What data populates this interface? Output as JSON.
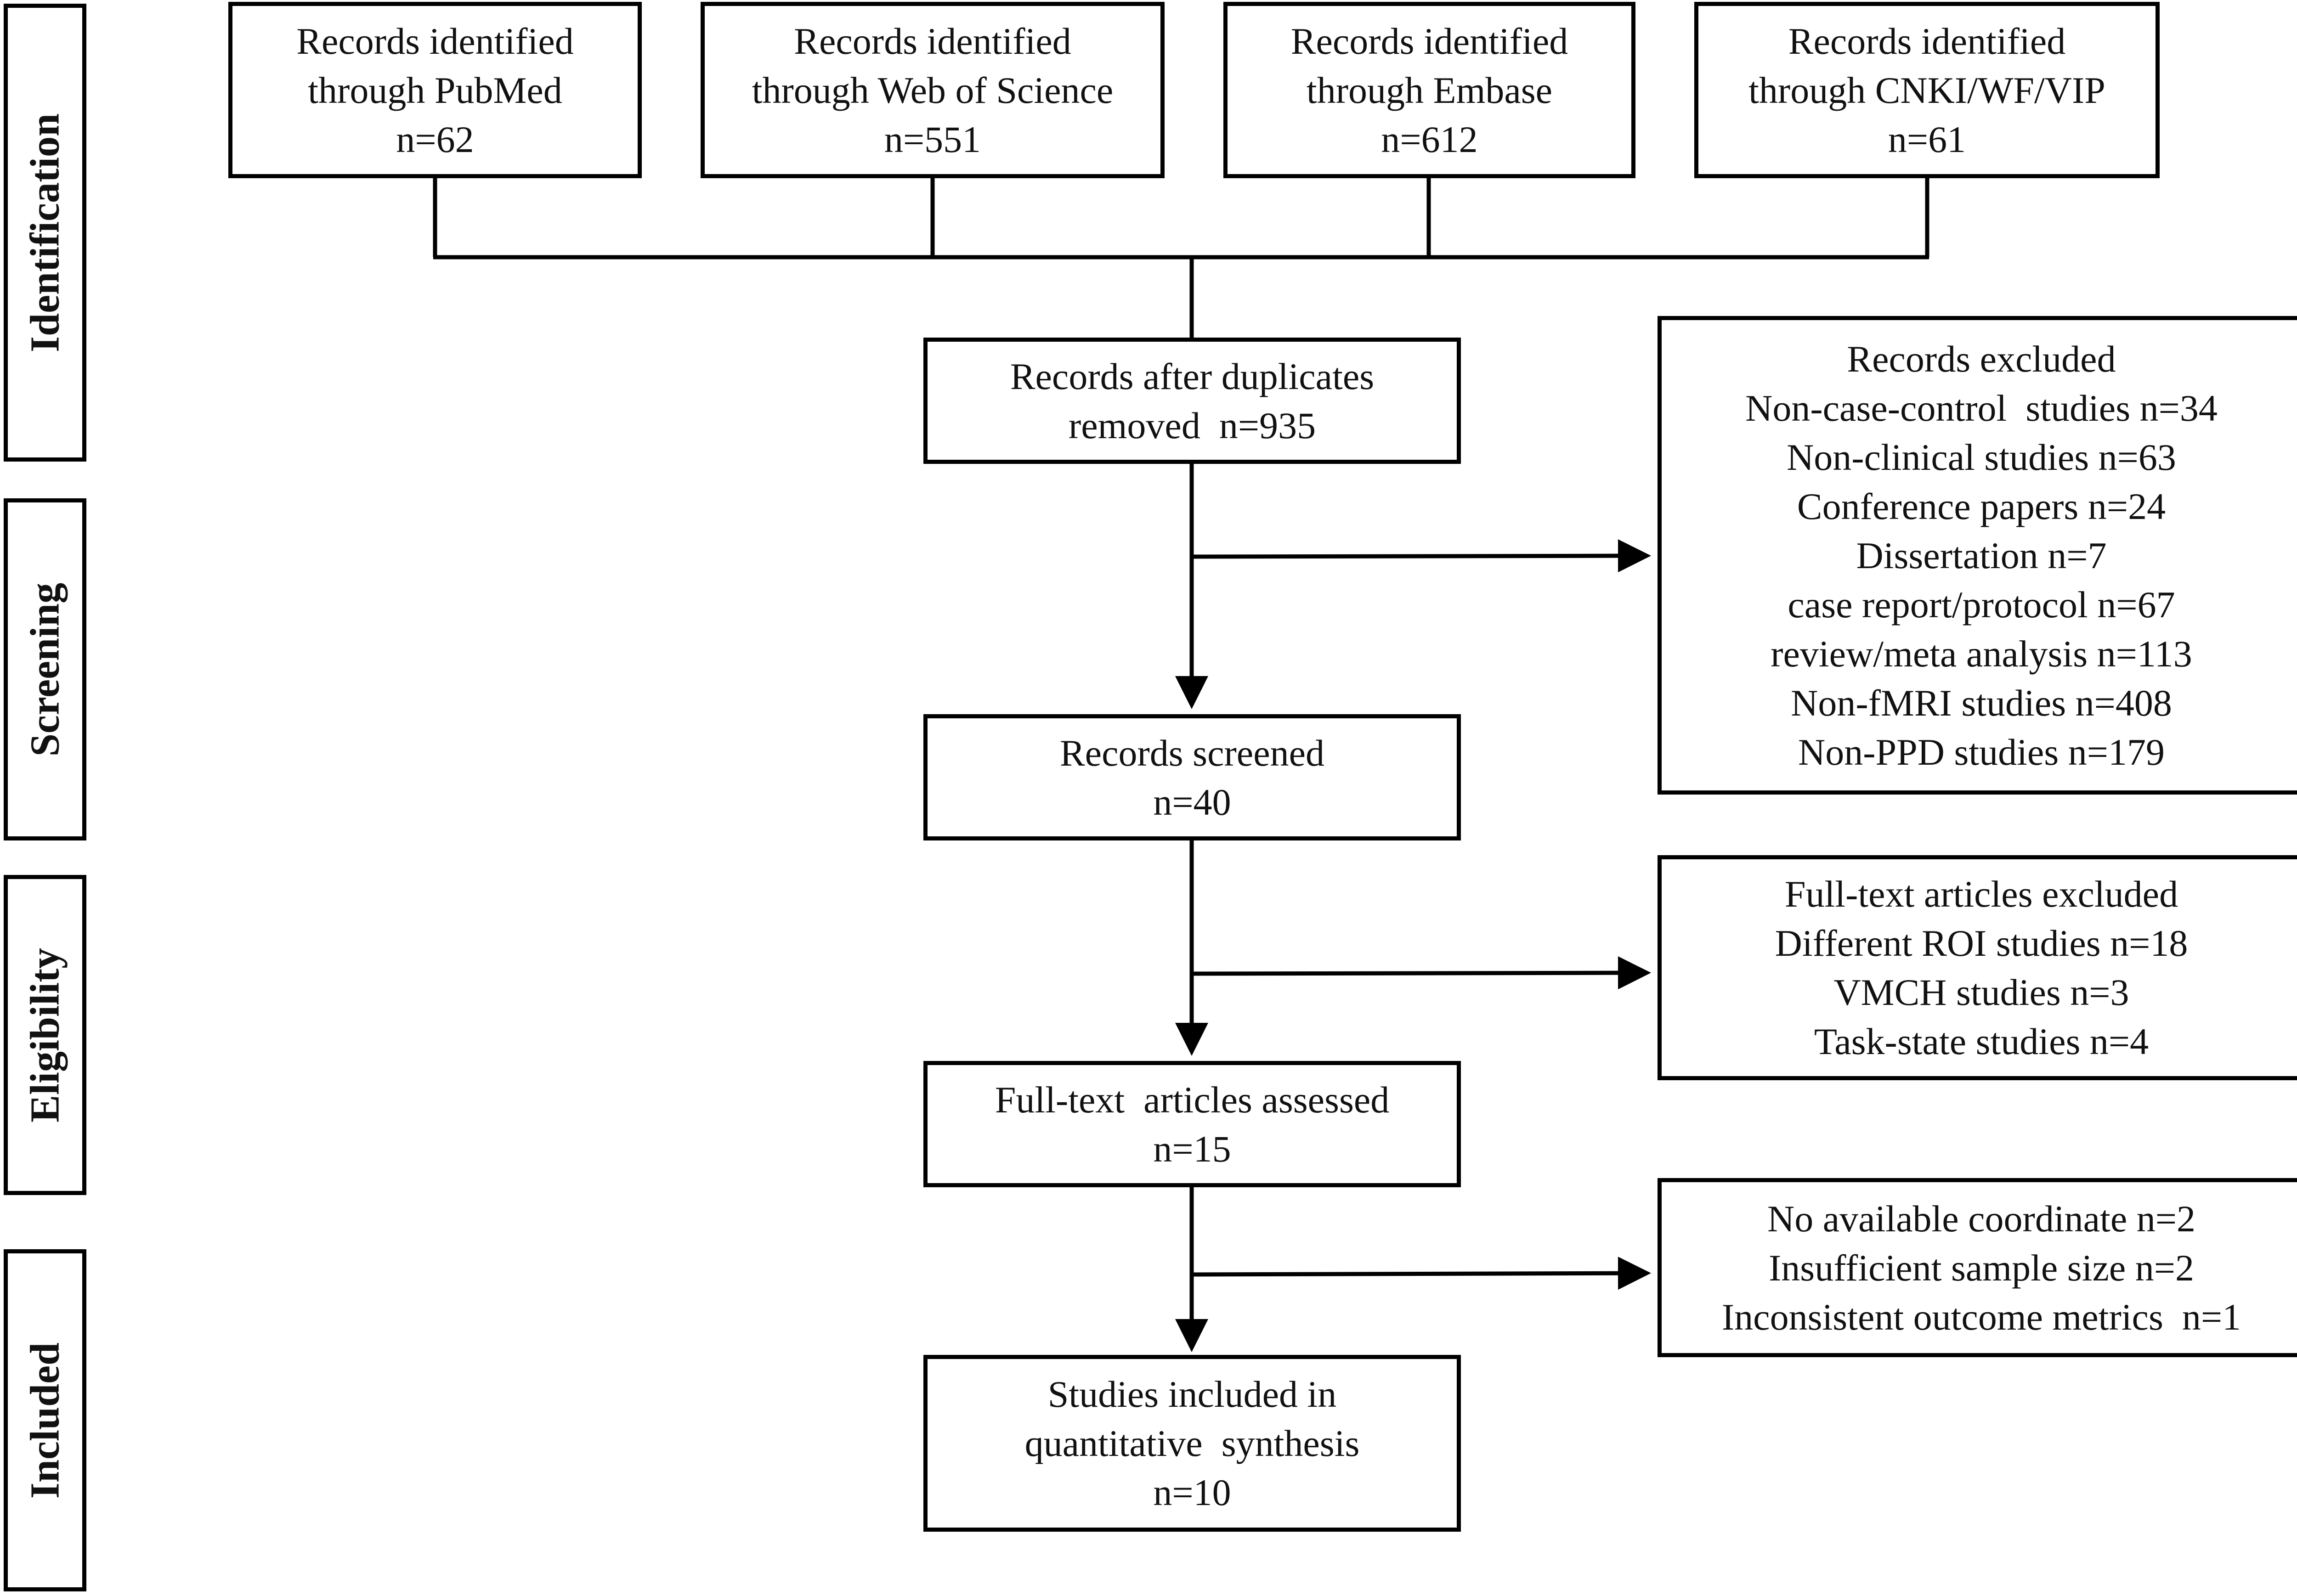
{
  "stages": [
    {
      "id": "identification",
      "label": "Identification"
    },
    {
      "id": "screening",
      "label": "Screening"
    },
    {
      "id": "eligibility",
      "label": "Eligibility"
    },
    {
      "id": "included",
      "label": "Included"
    }
  ],
  "sources": [
    {
      "lines": [
        "Records identified",
        "through PubMed",
        "n=62"
      ]
    },
    {
      "lines": [
        "Records identified",
        "through Web of Science",
        "n=551"
      ]
    },
    {
      "lines": [
        "Records identified",
        "through Embase",
        "n=612"
      ]
    },
    {
      "lines": [
        "Records identified",
        "through CNKI/WF/VIP",
        "n=61"
      ]
    }
  ],
  "main": [
    {
      "lines": [
        "Records after duplicates",
        "removed  n=935"
      ]
    },
    {
      "lines": [
        "Records screened",
        "n=40"
      ]
    },
    {
      "lines": [
        "Full-text  articles assessed",
        "n=15"
      ]
    },
    {
      "lines": [
        "Studies included in",
        "quantitative  synthesis",
        "n=10"
      ]
    }
  ],
  "exclusions": [
    {
      "lines": [
        "Records excluded",
        "Non-case-control  studies n=34",
        "Non-clinical studies n=63",
        "Conference papers n=24",
        "Dissertation n=7",
        "case report/protocol n=67",
        "review/meta analysis n=113",
        "Non-fMRI studies n=408",
        "Non-PPD studies n=179"
      ]
    },
    {
      "lines": [
        "Full-text articles excluded",
        "Different ROI studies n=18",
        "VMCH studies n=3",
        "Task-state studies n=4"
      ]
    },
    {
      "lines": [
        "No available coordinate n=2",
        "Insufficient sample size n=2",
        "Inconsistent outcome metrics  n=1"
      ]
    }
  ]
}
